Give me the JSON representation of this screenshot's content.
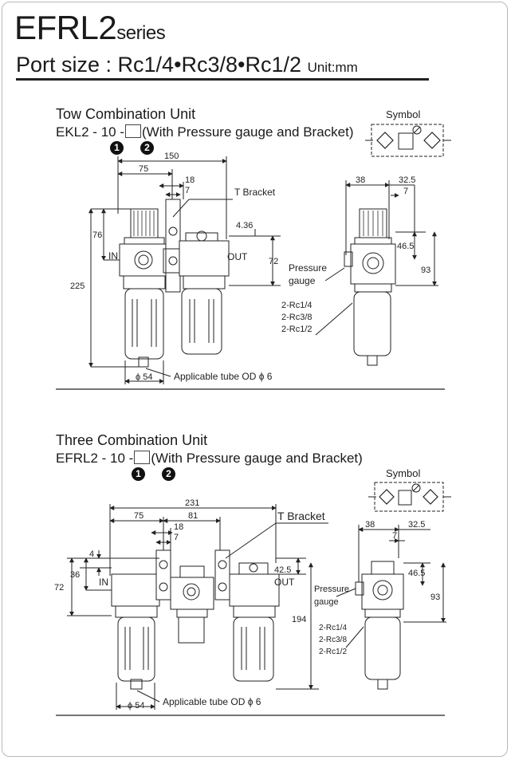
{
  "header": {
    "series_code": "EFRL2",
    "series_suffix": "series",
    "port_size": "Port size : Rc1/4•Rc3/8•Rc1/2",
    "unit": "Unit:mm"
  },
  "two_unit": {
    "title": "Tow Combination Unit",
    "model_prefix": "EKL2 - 10 -",
    "model_suffix": "(With Pressure gauge and Bracket)",
    "badge1": "1",
    "badge2": "2",
    "symbol_label": "Symbol",
    "bracket_label": "T Bracket",
    "in_label": "IN",
    "out_label": "OUT",
    "gauge_label_1": "Pressure",
    "gauge_label_2": "gauge",
    "ports": [
      "2-Rc1/4",
      "2-Rc3/8",
      "2-Rc1/2"
    ],
    "tube_label": "Applicable tube OD ϕ 6",
    "dims": {
      "d150": "150",
      "d75": "75",
      "d18": "18",
      "d7a": "7",
      "d436": "4.36",
      "d76": "76",
      "d72": "72",
      "d225": "225",
      "d54": "ϕ 54",
      "d38": "38",
      "d325": "32.5",
      "d7b": "7",
      "d465": "46.5",
      "d93": "93"
    }
  },
  "three_unit": {
    "title": "Three Combination Unit",
    "model_prefix": "EFRL2 - 10 -",
    "model_suffix": "(With Pressure gauge and Bracket)",
    "badge1": "1",
    "badge2": "2",
    "symbol_label": "Symbol",
    "bracket_label": "T Bracket",
    "in_label": "IN",
    "out_label": "OUT",
    "gauge_label_1": "Pressure",
    "gauge_label_2": "gauge",
    "ports": [
      "2-Rc1/4",
      "2-Rc3/8",
      "2-Rc1/2"
    ],
    "tube_label": "Applicable tube OD ϕ 6",
    "dims": {
      "d231": "231",
      "d75": "75",
      "d81": "81",
      "d18": "18",
      "d7a": "7",
      "d4": "4",
      "d36": "36",
      "d72": "72",
      "d425": "42.5",
      "d194": "194",
      "d54": "ϕ 54",
      "d38": "38",
      "d325": "32.5",
      "d7b": "7",
      "d465": "46.5",
      "d93": "93"
    }
  }
}
